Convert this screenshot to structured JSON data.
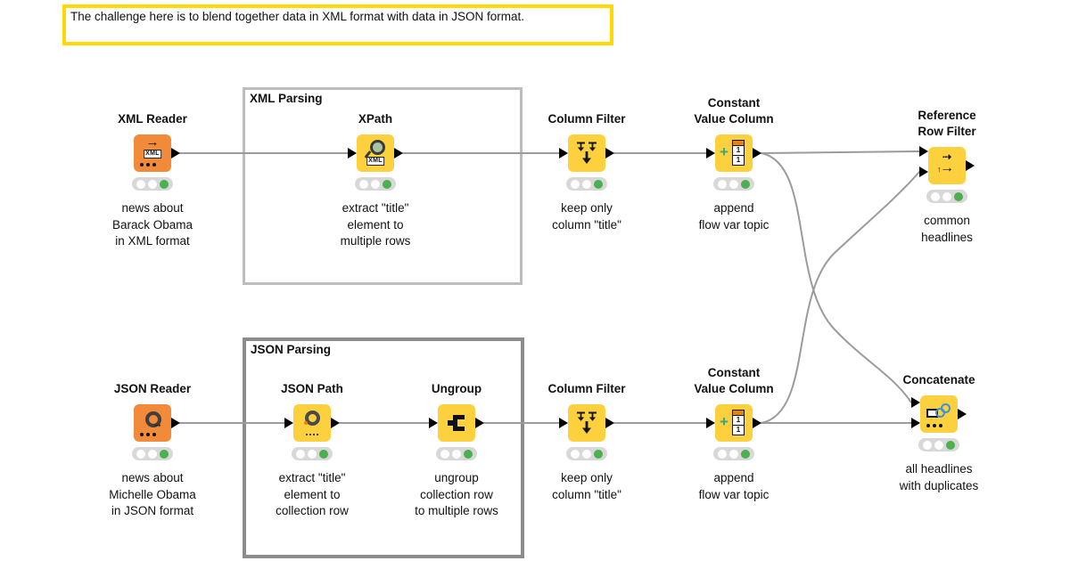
{
  "banner": {
    "text": "The challenge here is to blend together data in XML format with data in JSON format."
  },
  "groups": [
    {
      "title": "XML Parsing"
    },
    {
      "title": "JSON Parsing"
    }
  ],
  "glyphs": {
    "arrow_right": "→",
    "dashed_arrow": "⇢",
    "up_arrow": "↑",
    "xml_label": "XML",
    "plus": "+",
    "one": "1"
  },
  "colors": {
    "node_yellow": "#FCD13D",
    "node_orange": "#F28B39",
    "wire": "#9B9B9B",
    "status_green": "#4CAF50",
    "banner_border": "#FFD900",
    "xml_box_border": "#BDBDBD",
    "json_box_border": "#8C8C8C"
  },
  "nodes": [
    {
      "id": "xml-reader",
      "title_lines": [
        "XML Reader"
      ],
      "desc_lines": [
        "news about",
        "Barack Obama",
        "in XML format"
      ],
      "status": "executed"
    },
    {
      "id": "xpath",
      "title_lines": [
        "XPath"
      ],
      "desc_lines": [
        "extract \"title\"",
        "element to",
        "multiple rows"
      ],
      "status": "executed"
    },
    {
      "id": "column-filter-top",
      "title_lines": [
        "Column Filter"
      ],
      "desc_lines": [
        "keep only",
        "column \"title\""
      ],
      "status": "executed"
    },
    {
      "id": "constant-value-column-top",
      "title_lines": [
        "Constant",
        "Value Column"
      ],
      "desc_lines": [
        "append",
        "flow var topic"
      ],
      "status": "executed"
    },
    {
      "id": "reference-row-filter",
      "title_lines": [
        "Reference",
        "Row Filter"
      ],
      "desc_lines": [
        "common",
        "headlines"
      ],
      "status": "executed"
    },
    {
      "id": "json-reader",
      "title_lines": [
        "JSON Reader"
      ],
      "desc_lines": [
        "news about",
        "Michelle Obama",
        "in JSON format"
      ],
      "status": "executed"
    },
    {
      "id": "json-path",
      "title_lines": [
        "JSON Path"
      ],
      "desc_lines": [
        "extract \"title\"",
        "element to",
        "collection row"
      ],
      "status": "executed"
    },
    {
      "id": "ungroup",
      "title_lines": [
        "Ungroup"
      ],
      "desc_lines": [
        "ungroup",
        "collection row",
        "to multiple rows"
      ],
      "status": "executed"
    },
    {
      "id": "column-filter-bottom",
      "title_lines": [
        "Column Filter"
      ],
      "desc_lines": [
        "keep only",
        "column \"title\""
      ],
      "status": "executed"
    },
    {
      "id": "constant-value-column-bottom",
      "title_lines": [
        "Constant",
        "Value Column"
      ],
      "desc_lines": [
        "append",
        "flow var topic"
      ],
      "status": "executed"
    },
    {
      "id": "concatenate",
      "title_lines": [
        "Concatenate"
      ],
      "desc_lines": [
        "all headlines",
        "with duplicates"
      ],
      "status": "executed"
    }
  ]
}
